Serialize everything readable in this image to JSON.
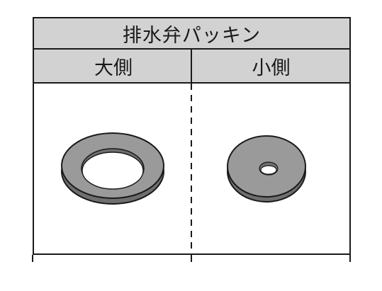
{
  "table": {
    "title": "排水弁パッキン",
    "columns": [
      {
        "label": "大側"
      },
      {
        "label": "小側"
      }
    ]
  },
  "colors": {
    "header_bg": "#d2d2d2",
    "border": "#1a1a1a",
    "washer_face": "#9a9a9a",
    "washer_edge": "#6f6f6f"
  }
}
